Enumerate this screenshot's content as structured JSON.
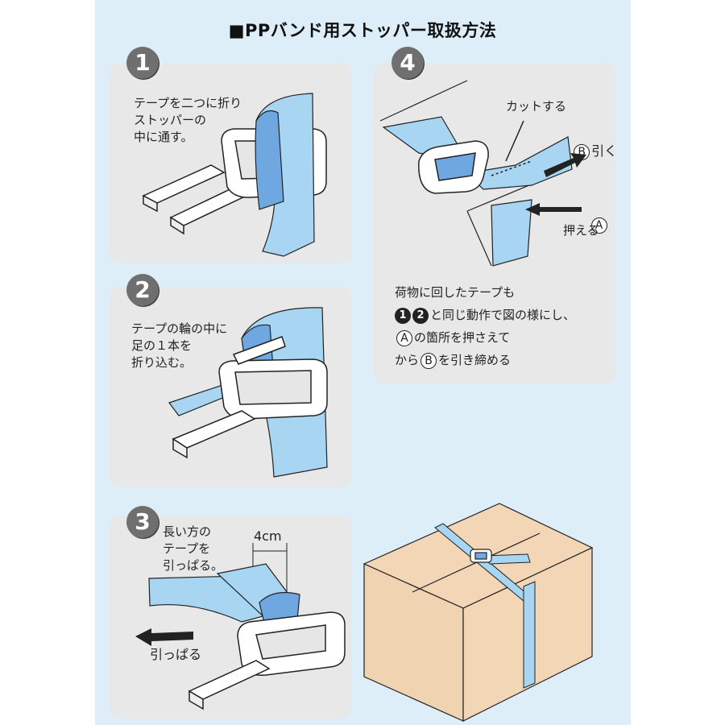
{
  "title": "■PPバンド用ストッパー取扱方法",
  "steps": {
    "s1": {
      "num": "1",
      "text": "テープを二つに折り\nストッパーの\n中に通す。"
    },
    "s2": {
      "num": "2",
      "text": "テープの輪の中に\n足の１本を\n折り込む。"
    },
    "s3": {
      "num": "3",
      "text": "長い方の\nテープを\n引っぱる。",
      "dimension": "4cm",
      "arrow_label": "引っぱる"
    },
    "s4": {
      "num": "4",
      "cut_label": "カットする",
      "pull_label": "引く",
      "press_label": "押える",
      "mark_a": "A",
      "mark_b": "B",
      "desc_line1": "荷物に回したテープも",
      "desc_ref1": "1",
      "desc_ref2": "2",
      "desc_line2": "と同じ動作で図の様にし、",
      "desc_line3": "の箇所を押さえて",
      "desc_line4_pre": "から",
      "desc_line4_post": "を引き締める"
    }
  },
  "colors": {
    "background": "#ddeef9",
    "panel": "#e8e8e8",
    "tape": "#a8d6f2",
    "tape_dark": "#6fa8e0",
    "box": "#f2d6b6"
  }
}
